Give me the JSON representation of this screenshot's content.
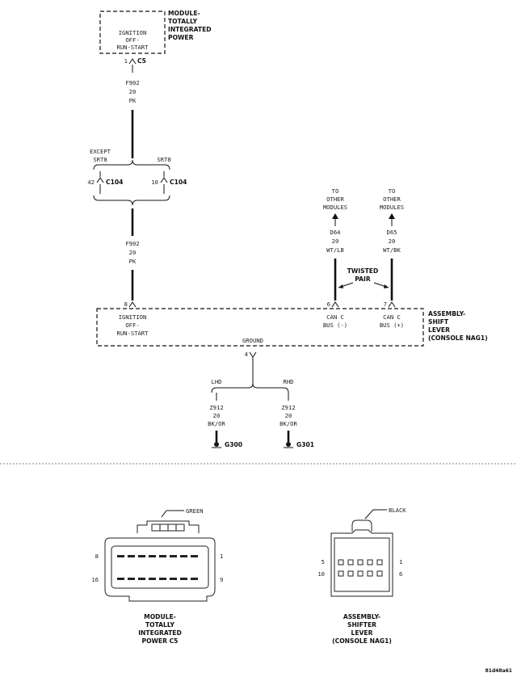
{
  "top_module": {
    "lines": [
      "IGNITION",
      "OFF-",
      "RUN-START"
    ],
    "name_lines": [
      "MODULE-",
      "TOTALLY",
      "INTEGRATED",
      "POWER"
    ],
    "pin": "1",
    "connector": "C5"
  },
  "wire_upper": {
    "lines": [
      "F902",
      "20",
      "PK"
    ]
  },
  "splice": {
    "left_label_lines": [
      "EXCEPT",
      "SRT8"
    ],
    "right_label": "SRT8",
    "left_pin": "42",
    "left_connector": "C104",
    "right_pin": "10",
    "right_connector": "C104"
  },
  "wire_lower": {
    "lines": [
      "F902",
      "20",
      "PK"
    ]
  },
  "bus_left": {
    "dest_lines": [
      "TO",
      "OTHER",
      "MODULES"
    ],
    "wire_lines": [
      "D64",
      "20",
      "WT/LB"
    ]
  },
  "bus_right": {
    "dest_lines": [
      "TO",
      "OTHER",
      "MODULES"
    ],
    "wire_lines": [
      "D65",
      "20",
      "WT/BK"
    ]
  },
  "twisted_pair_lines": [
    "TWISTED",
    "PAIR"
  ],
  "shift_module": {
    "pin_ign": "8",
    "ign_lines": [
      "IGNITION",
      "OFF-",
      "RUN-START"
    ],
    "pin_canm": "6",
    "canm_lines": [
      "CAN C",
      "BUS (-)"
    ],
    "pin_canp": "7",
    "canp_lines": [
      "CAN C",
      "BUS (+)"
    ],
    "ground_label": "GROUND",
    "ground_pin": "4",
    "name_lines": [
      "ASSEMBLY-",
      "SHIFT",
      "LEVER",
      "(CONSOLE NAG1)"
    ]
  },
  "ground_branch": {
    "lhd": "LHD",
    "rhd": "RHD",
    "left_wire_lines": [
      "Z912",
      "20",
      "BK/OR"
    ],
    "right_wire_lines": [
      "Z912",
      "20",
      "BK/OR"
    ],
    "left_ground": "G300",
    "right_ground": "G301"
  },
  "connector_c5": {
    "color": "GREEN",
    "pin_top_left": "8",
    "pin_top_right": "1",
    "pin_bottom_left": "16",
    "pin_bottom_right": "9",
    "caption_lines": [
      "MODULE-",
      "TOTALLY",
      "INTEGRATED",
      "POWER C5"
    ]
  },
  "connector_shifter": {
    "color": "BLACK",
    "pin_top_left": "5",
    "pin_top_right": "1",
    "pin_bottom_left": "10",
    "pin_bottom_right": "6",
    "caption_lines": [
      "ASSEMBLY-",
      "SHIFTER",
      "LEVER",
      "(CONSOLE NAG1)"
    ]
  },
  "figure_id": "81d48a61"
}
